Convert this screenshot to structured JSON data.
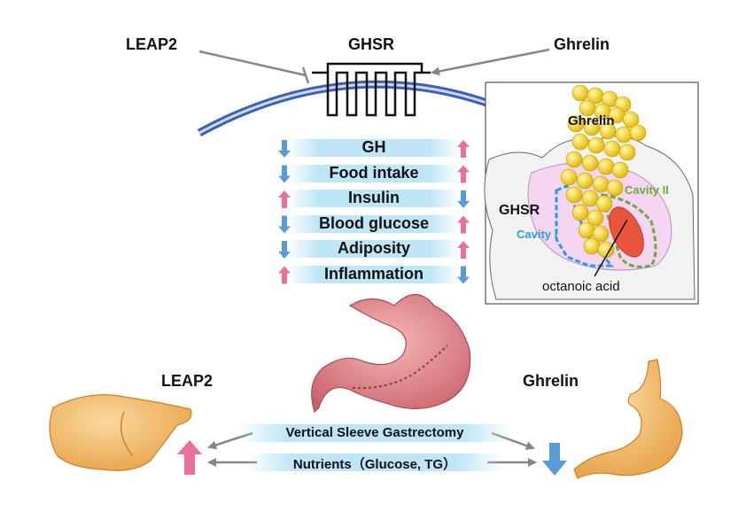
{
  "labels": {
    "leap2_top": "LEAP2",
    "ghsr_top": "GHSR",
    "ghrelin_top": "Ghrelin",
    "leap2_bottom": "LEAP2",
    "ghrelin_bottom": "Ghrelin"
  },
  "effects": [
    {
      "label": "GH",
      "left": "down",
      "right": "up"
    },
    {
      "label": "Food intake",
      "left": "down",
      "right": "up"
    },
    {
      "label": "Insulin",
      "left": "up",
      "right": "down"
    },
    {
      "label": "Blood glucose",
      "left": "down",
      "right": "up"
    },
    {
      "label": "Adiposity",
      "left": "down",
      "right": "up"
    },
    {
      "label": "Inflammation",
      "left": "up",
      "right": "down"
    }
  ],
  "inset": {
    "ghrelin": "Ghrelin",
    "ghsr": "GHSR",
    "cavity1": "Cavity I",
    "cavity2": "Cavity II",
    "octanoic": "octanoic acid"
  },
  "bottom": {
    "vsg": "Vertical Sleeve Gastrectomy",
    "nutrients": "Nutrients（Glucose, TG）"
  },
  "colors": {
    "up_arrow": "#e8709a",
    "down_arrow": "#5b9bd5",
    "bar": "#bfe6f7",
    "membrane": "#3d5fb5",
    "ghrelin_sphere": "#f5d21a",
    "octanoic": "#e8553a",
    "cavity1": "#2a9fd6",
    "cavity2": "#6aaa3a",
    "organ": "#f0b35a",
    "stomach": "#e8959a"
  }
}
